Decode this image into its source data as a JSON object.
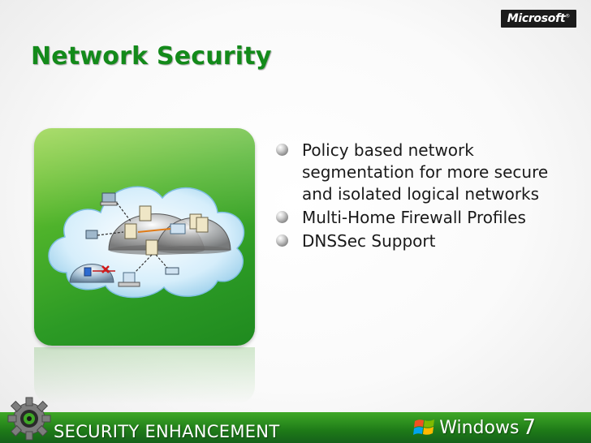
{
  "brand": {
    "microsoft_logo": "Microsoft"
  },
  "slide": {
    "title": "Network Security",
    "bullets": [
      "Policy based network segmentation for more secure and isolated logical networks",
      "Multi-Home Firewall Profiles",
      "DNSSec Support"
    ]
  },
  "footer": {
    "label": "SECURITY ENHANCEMENT",
    "product_name": "Windows",
    "product_version": "7"
  },
  "icons": {
    "hero": "cloud-network-icon",
    "footer_left": "gear-icon",
    "footer_right": "windows-flag-icon"
  },
  "colors": {
    "title_green": "#138a1a",
    "tile_green": "#2c9a25",
    "footer_green": "#1e7a18"
  }
}
